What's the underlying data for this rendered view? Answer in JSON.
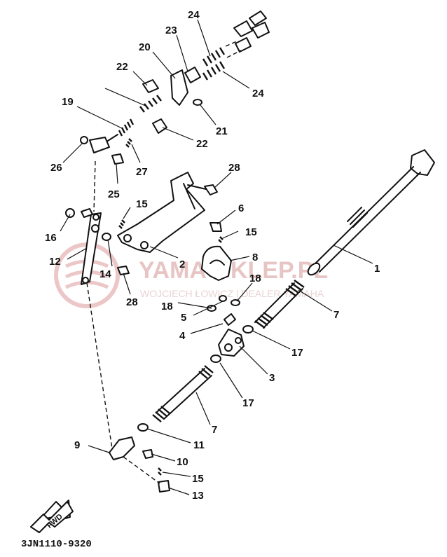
{
  "callouts": [
    "24",
    "23",
    "20",
    "22",
    "24",
    "19",
    "21",
    "22",
    "26",
    "27",
    "25",
    "28",
    "15",
    "6",
    "16",
    "15",
    "12",
    "14",
    "2",
    "8",
    "1",
    "28",
    "18",
    "18",
    "5",
    "7",
    "4",
    "17",
    "3",
    "17",
    "7",
    "9",
    "11",
    "10",
    "15",
    "13"
  ],
  "watermark": {
    "brand": "YAMA-SKLEP.PL",
    "sub": "WOJCIECH ŁOWICZ | DEALER YAMAHA"
  },
  "fwd_label": "FWD",
  "diagram_code": "3JN1110-9320"
}
